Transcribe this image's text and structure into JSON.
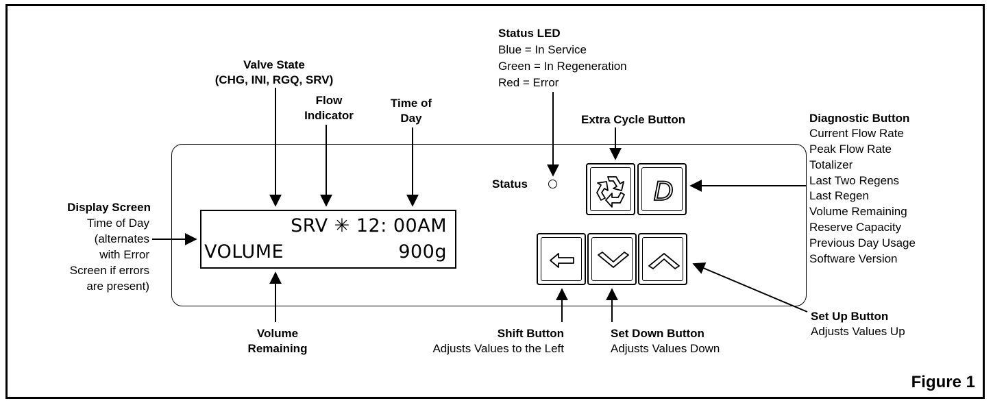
{
  "figure_label": "Figure 1",
  "display": {
    "line1": "SRV ✳ 12: 00AM",
    "line2_left": "VOLUME",
    "line2_right": "900g"
  },
  "status": {
    "label": "Status"
  },
  "buttons": {
    "extra_cycle_icon": "recycle-icon",
    "diagnostic_letter": "D",
    "shift_icon": "left-arrow-icon",
    "down_icon": "chevron-down-icon",
    "up_icon": "chevron-up-icon"
  },
  "callouts": {
    "status_led": {
      "title": "Status LED",
      "lines": [
        "Blue = In Service",
        "Green = In Regeneration",
        "Red = Error"
      ]
    },
    "valve_state": {
      "title1": "Valve State",
      "title2": "(CHG, INI, RGQ, SRV)"
    },
    "flow_indicator": {
      "line1": "Flow",
      "line2": "Indicator"
    },
    "time_of_day": {
      "line1": "Time of",
      "line2": "Day"
    },
    "extra_cycle": {
      "title": "Extra Cycle Button"
    },
    "diagnostic": {
      "title": "Diagnostic Button",
      "lines": [
        "Current Flow Rate",
        "Peak Flow Rate",
        "Totalizer",
        "Last Two Regens",
        "Last Regen",
        "Volume Remaining",
        "Reserve Capacity",
        "Previous Day Usage",
        "Software Version"
      ]
    },
    "display_screen": {
      "title": "Display Screen",
      "lines": [
        "Time of Day",
        "(alternates",
        "with Error",
        "Screen if errors",
        "are present)"
      ]
    },
    "volume_remaining": {
      "line1": "Volume",
      "line2": "Remaining"
    },
    "shift": {
      "title": "Shift Button",
      "desc": "Adjusts Values to the Left"
    },
    "set_down": {
      "title": "Set Down Button",
      "desc": "Adjusts Values Down"
    },
    "set_up": {
      "title": "Set Up Button",
      "desc": "Adjusts Values Up"
    }
  }
}
